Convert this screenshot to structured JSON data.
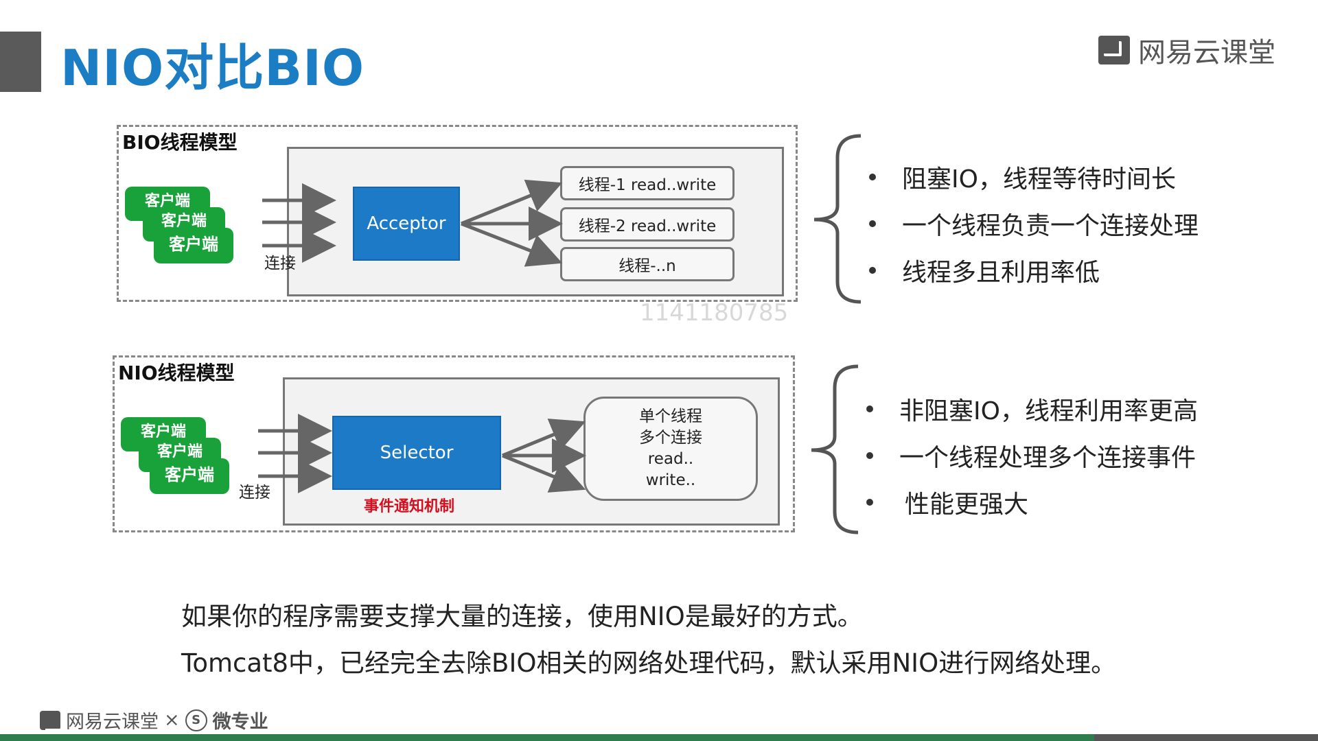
{
  "header": {
    "title": "NIO对比BIO",
    "brand_logo_text": "网易云课堂"
  },
  "bio": {
    "section_label": "BIO线程模型",
    "clients": [
      "客户端",
      "客户端",
      "客户端"
    ],
    "connection_label": "连接",
    "acceptor_label": "Acceptor",
    "threads": [
      "线程-1 read..write",
      "线程-2 read..write",
      "线程-..n"
    ],
    "bullets": [
      "阻塞IO，线程等待时间长",
      "一个线程负责一个连接处理",
      "线程多且利用率低"
    ]
  },
  "watermark": "1141180785",
  "nio": {
    "section_label": "NIO线程模型",
    "clients": [
      "客户端",
      "客户端",
      "客户端"
    ],
    "connection_label": "连接",
    "selector_label": "Selector",
    "event_note": "事件通知机制",
    "worker_lines": [
      "单个线程",
      "多个连接",
      "read..",
      "write.."
    ],
    "bullets": [
      "非阻塞IO，线程利用率更高",
      "一个线程处理多个连接事件",
      "性能更强大"
    ]
  },
  "notes": [
    "如果你的程序需要支撑大量的连接，使用NIO是最好的方式。",
    "Tomcat8中，已经完全去除BIO相关的网络处理代码，默认采用NIO进行网络处理。"
  ],
  "footer": {
    "brand": "网易云课堂",
    "separator": "×",
    "partner": "微专业"
  },
  "colors": {
    "title_blue": "#1b7dc4",
    "client_green": "#19a23a",
    "box_blue": "#1c7ac6",
    "event_red": "#d40f1e"
  },
  "player": {
    "progress": 0.83
  }
}
